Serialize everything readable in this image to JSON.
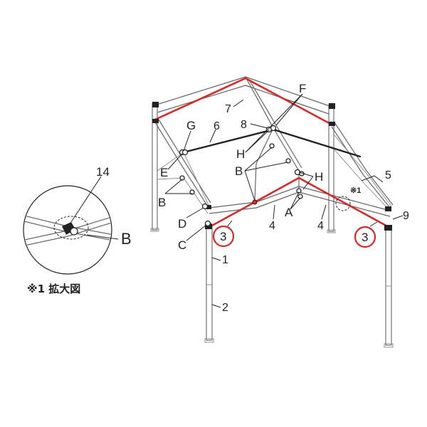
{
  "diagram": {
    "part_labels": {
      "F": "F",
      "7": "7",
      "8": "8",
      "G": "G",
      "6": "6",
      "E": "E",
      "H_top": "H",
      "B_top": "B",
      "H_right": "H",
      "A": "A",
      "B_left": "B",
      "D": "D",
      "C": "C",
      "5": "5",
      "9": "9",
      "4_left": "4",
      "4_right": "4",
      "1": "1",
      "2": "2",
      "3_left": "3",
      "3_right": "3"
    },
    "marker": "※1",
    "callout": {
      "number": "14",
      "letter": "B"
    },
    "caption": "※1 拡大図"
  }
}
